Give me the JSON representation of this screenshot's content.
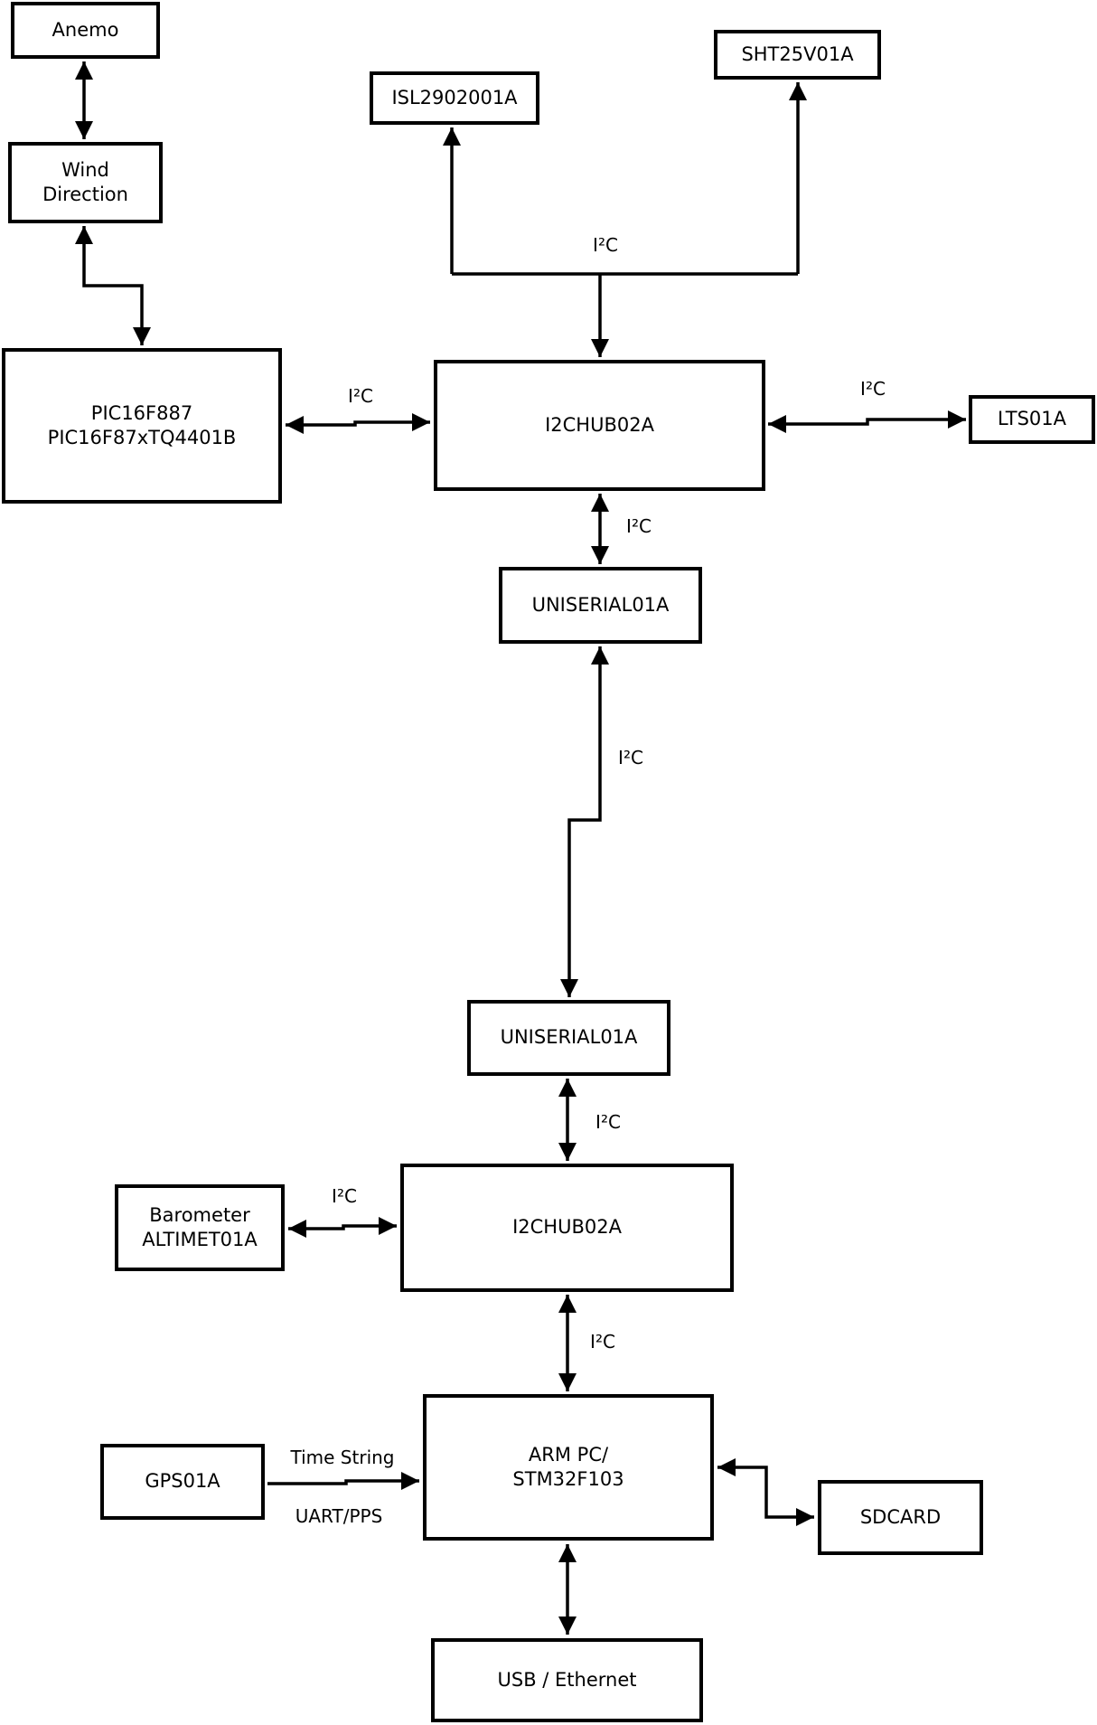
{
  "diagram": {
    "nodes": {
      "anemo": {
        "label": "Anemo"
      },
      "wind_direction": {
        "lines": [
          "Wind",
          "Direction"
        ]
      },
      "pic": {
        "lines": [
          "PIC16F887",
          "PIC16F87xTQ4401B"
        ]
      },
      "isl": {
        "label": "ISL2902001A"
      },
      "sht": {
        "label": "SHT25V01A"
      },
      "i2chub_top": {
        "label": "I2CHUB02A"
      },
      "lts": {
        "label": "LTS01A"
      },
      "uniserial_top": {
        "label": "UNISERIAL01A"
      },
      "uniserial_bottom": {
        "label": "UNISERIAL01A"
      },
      "i2chub_bottom": {
        "label": "I2CHUB02A"
      },
      "barometer": {
        "lines": [
          "Barometer",
          "ALTIMET01A"
        ]
      },
      "gps": {
        "label": "GPS01A"
      },
      "arm_pc": {
        "lines": [
          "ARM PC/",
          "STM32F103"
        ]
      },
      "sdcard": {
        "label": "SDCARD"
      },
      "usb_ethernet": {
        "label": "USB / Ethernet"
      }
    },
    "edge_labels": {
      "i2c": "I²C",
      "time_string": "Time String",
      "uart_pps": "UART/PPS"
    },
    "colors": {
      "line": "#000000",
      "background": "#ffffff"
    }
  }
}
